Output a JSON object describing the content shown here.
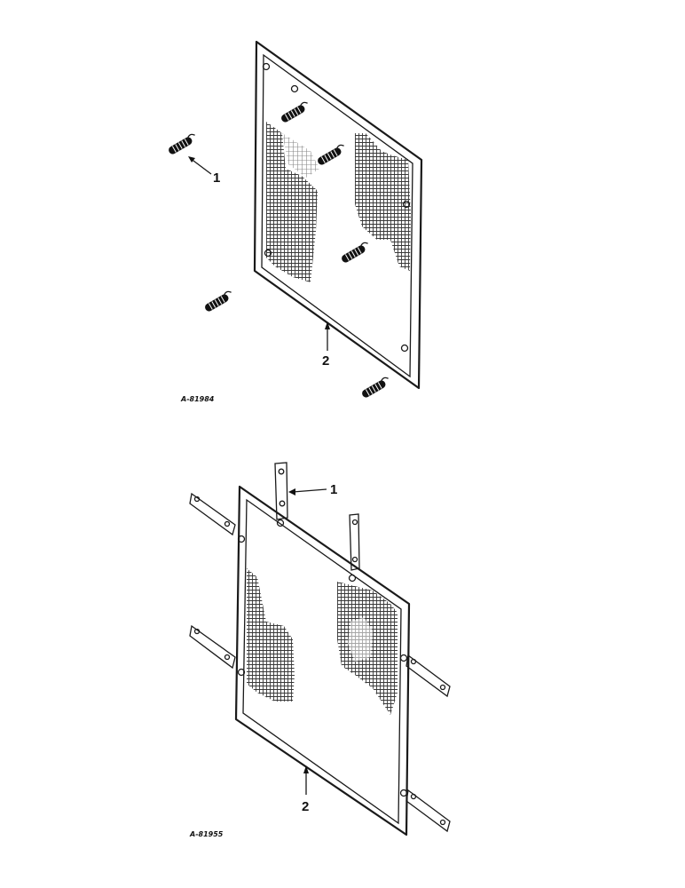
{
  "figures": [
    {
      "ref_code": "A-81984",
      "callouts": [
        "1",
        "2"
      ]
    },
    {
      "ref_code": "A-81955",
      "callouts": [
        "1",
        "2"
      ]
    }
  ]
}
